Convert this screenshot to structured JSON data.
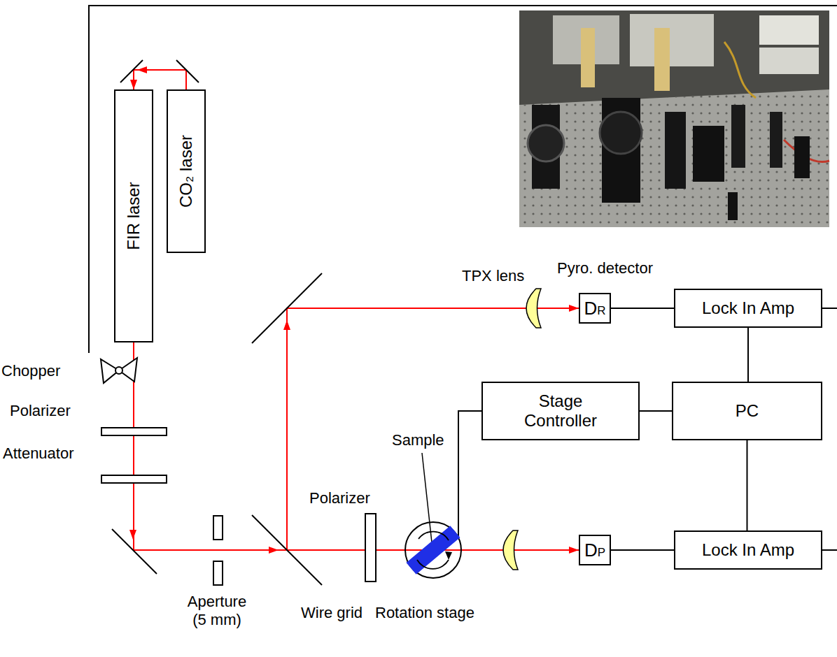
{
  "diagram": {
    "nodes": [
      {
        "text": [
          "FIR laser"
        ]
      },
      {
        "text": [
          "CO₂ laser"
        ]
      },
      {
        "text": [
          "DR"
        ]
      },
      {
        "text": [
          "Lock In Amp"
        ]
      },
      {
        "text": [
          "Stage Controller"
        ]
      },
      {
        "text": [
          "PC"
        ]
      },
      {
        "text": [
          "DP"
        ]
      },
      {
        "text": [
          "Lock In Amp"
        ]
      }
    ],
    "edges": [
      {
        "from": 1,
        "to": 0,
        "arrow": "to"
      },
      {
        "from": 0,
        "to": 2,
        "arrow": "to"
      },
      {
        "from": 0,
        "to": 6,
        "arrow": "to"
      },
      {
        "from": 2,
        "to": 3,
        "arrow": "none"
      },
      {
        "from": 6,
        "to": 7,
        "arrow": "none"
      },
      {
        "from": 4,
        "to": 5,
        "arrow": "none"
      },
      {
        "from": 3,
        "to": 5,
        "arrow": "none"
      },
      {
        "from": 5,
        "to": 7,
        "arrow": "none"
      }
    ],
    "labels": [
      "Chopper",
      "Polarizer",
      "Attenuator",
      "Aperture (5 mm)",
      "Wire grid",
      "Polarizer",
      "Sample",
      "Rotation stage",
      "TPX lens",
      "Pyro. detector"
    ]
  }
}
